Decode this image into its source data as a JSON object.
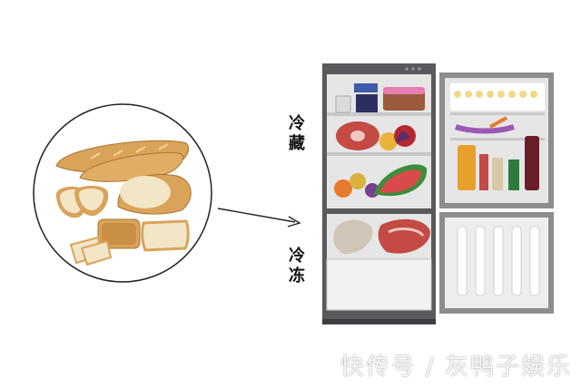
{
  "labels": {
    "refrigerate": "冷\n藏",
    "freeze": "冷\n冻"
  },
  "watermark": "快传号 / 灰鸭子娱乐",
  "colors": {
    "fridge_frame": "#5a5a5e",
    "fridge_interior": "#e6e6e6",
    "door_frame": "#8d8d90",
    "bread_crust": "#d9a35a",
    "bread_crumb": "#f3e6c7",
    "meat": "#c44a44",
    "watermelon": "#d94a4a"
  },
  "icons": {
    "bread_circle": "bread-illustration",
    "arrow": "arrow-right-icon",
    "fridge": "open-refrigerator-illustration"
  }
}
